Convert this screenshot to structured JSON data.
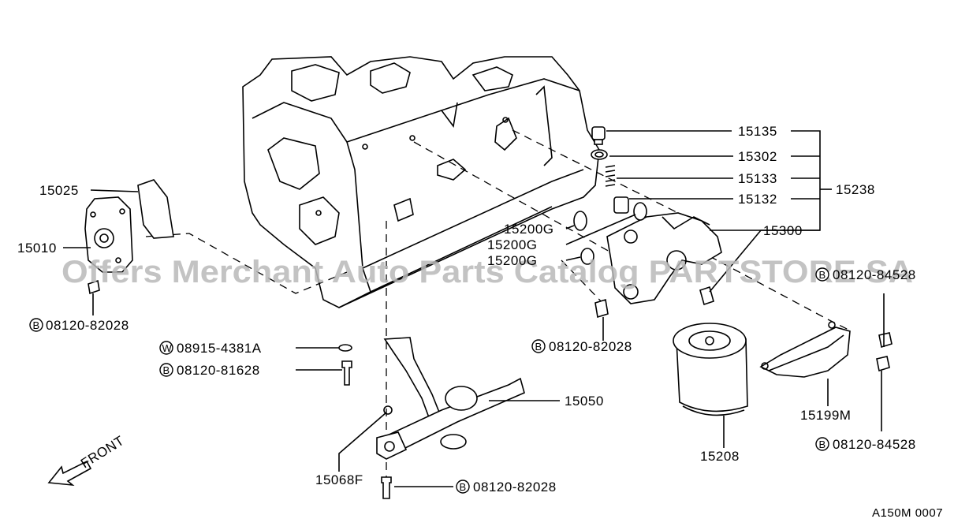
{
  "watermark": "Offers Merchant Auto Parts Catalog PARTSTORE SA",
  "diagram_code": "A150M 0007",
  "front_label": "FRONT",
  "parts": {
    "p15135": "15135",
    "p15302": "15302",
    "p15133": "15133",
    "p15132": "15132",
    "p15238": "15238",
    "p15300": "15300",
    "p15200g_1": "15200G",
    "p15200g_2": "15200G",
    "p15200g_3": "15200G",
    "p15025": "15025",
    "p15010": "15010",
    "p15050": "15050",
    "p15068f": "15068F",
    "p15208": "15208",
    "p15199m": "15199M",
    "b_82028_left": "08120-82028",
    "b_82028_mid": "08120-82028",
    "b_82028_bottom": "08120-82028",
    "b_81628": "08120-81628",
    "w_4381a": "08915-4381A",
    "b_84528_top": "08120-84528",
    "b_84528_bottom": "08120-84528"
  },
  "badges": {
    "bolt": "B",
    "washer": "W"
  }
}
